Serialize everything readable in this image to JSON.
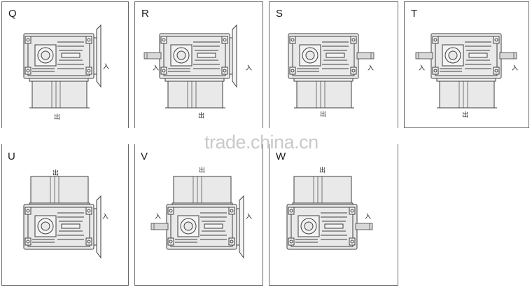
{
  "watermark": "trade.china.cn",
  "input_label": "入",
  "output_label": "出",
  "panels": [
    {
      "id": "Q",
      "label": "Q"
    },
    {
      "id": "R",
      "label": "R"
    },
    {
      "id": "S",
      "label": "S"
    },
    {
      "id": "T",
      "label": "T"
    },
    {
      "id": "U",
      "label": "U"
    },
    {
      "id": "V",
      "label": "V"
    },
    {
      "id": "W",
      "label": "W"
    }
  ]
}
